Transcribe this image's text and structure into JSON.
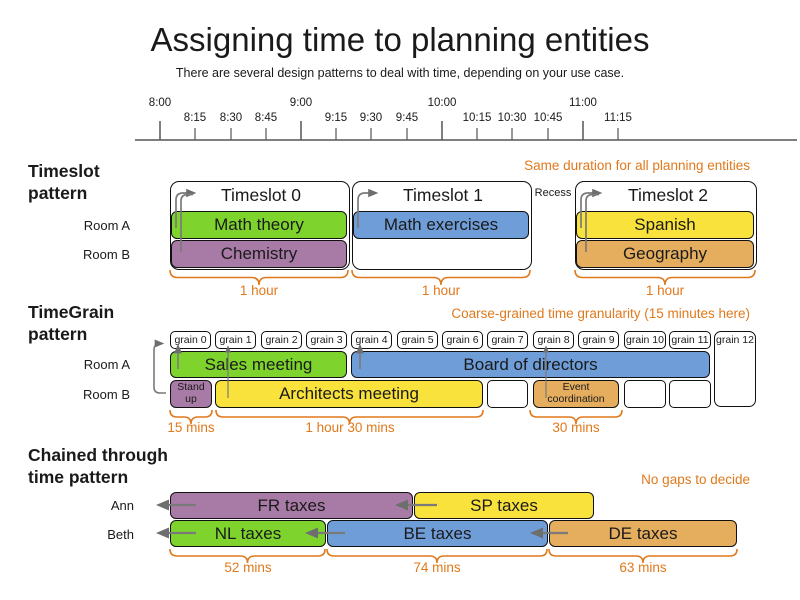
{
  "title": "Assigning time to planning entities",
  "subtitle": "There are several design patterns to deal with time, depending on your use case.",
  "timeline": {
    "ticks": [
      "8:00",
      "8:15",
      "8:30",
      "8:45",
      "9:00",
      "9:15",
      "9:30",
      "9:45",
      "10:00",
      "10:15",
      "10:30",
      "10:45",
      "11:00",
      "11:15"
    ]
  },
  "colors": {
    "green": "#7ed42d",
    "purple": "#a87ba6",
    "blue": "#6f9dd8",
    "yellow": "#f8e23b",
    "tan": "#e5ae5f",
    "accent_orange": "#e0791c",
    "arrow_gray": "#777777"
  },
  "timeslot": {
    "heading": "Timeslot pattern",
    "note": "Same duration for all planning entities",
    "rooms": [
      "Room A",
      "Room B"
    ],
    "slots": [
      "Timeslot 0",
      "Timeslot 1",
      "Timeslot 2"
    ],
    "recess": "Recess",
    "lessons": {
      "math_theory": "Math theory",
      "math_exercises": "Math exercises",
      "spanish": "Spanish",
      "chemistry": "Chemistry",
      "geography": "Geography"
    },
    "durations": [
      "1 hour",
      "1 hour",
      "1 hour"
    ]
  },
  "timegrain": {
    "heading": "TimeGrain pattern",
    "note": "Coarse-grained time granularity (15 minutes here)",
    "rooms": [
      "Room A",
      "Room B"
    ],
    "grains": [
      "grain 0",
      "grain 1",
      "grain 2",
      "grain 3",
      "grain 4",
      "grain 5",
      "grain 6",
      "grain 7",
      "grain 8",
      "grain 9",
      "grain 10",
      "grain 11",
      "grain 12"
    ],
    "meetings": {
      "sales": "Sales meeting",
      "board": "Board of directors",
      "standup": "Stand up",
      "architects": "Architects meeting",
      "event": "Event coordination"
    },
    "durations": [
      "15 mins",
      "1 hour 30 mins",
      "30 mins"
    ]
  },
  "chained": {
    "heading": "Chained through time pattern",
    "note": "No gaps to decide",
    "rows": [
      "Ann",
      "Beth"
    ],
    "tasks": {
      "fr": "FR taxes",
      "sp": "SP taxes",
      "nl": "NL taxes",
      "be": "BE taxes",
      "de": "DE taxes"
    },
    "durations": [
      "52 mins",
      "74 mins",
      "63 mins"
    ]
  }
}
